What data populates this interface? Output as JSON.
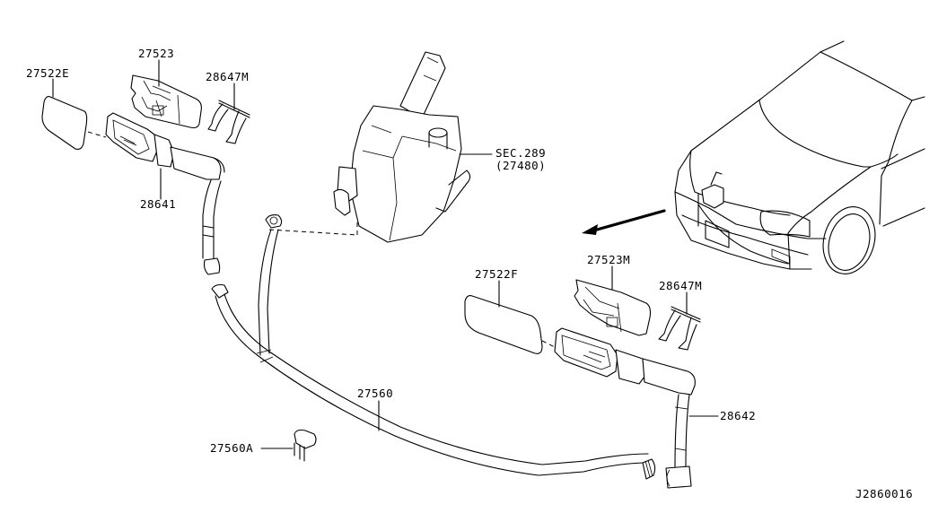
{
  "diagram": {
    "title": "Headlamp washer parts diagram",
    "drawing_code": "J2860016",
    "section_ref": {
      "line1": "SEC.289",
      "line2": "(27480)"
    },
    "labels": {
      "cover_left": "27522E",
      "bracket_left": "27523",
      "clip_left": "28647M",
      "nozzle_left": "28641",
      "cover_right": "27522F",
      "bracket_right": "27523M",
      "clip_right": "28647M",
      "nozzle_right": "28642",
      "hose": "27560",
      "hose_clip": "27560A"
    }
  }
}
